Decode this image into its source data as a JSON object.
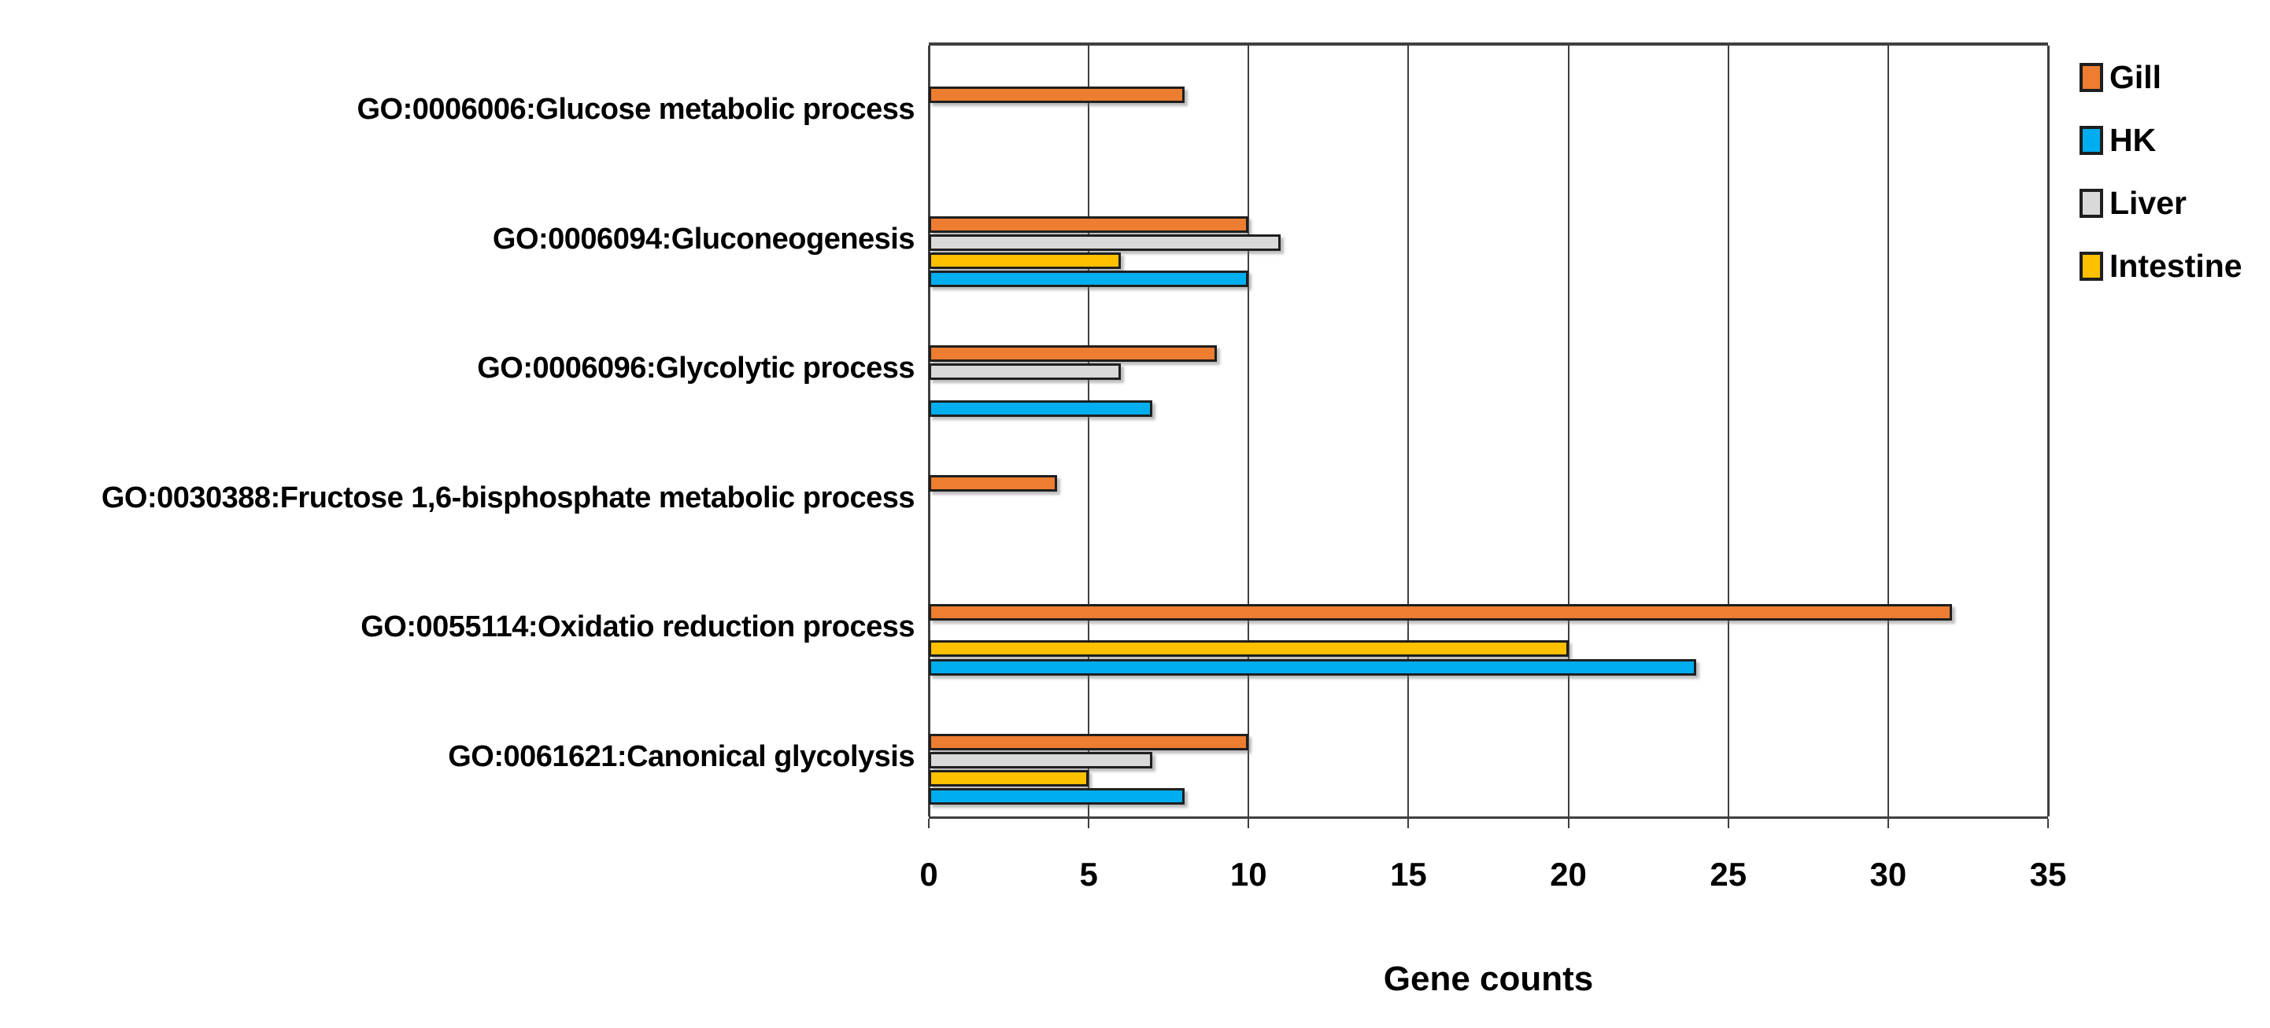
{
  "chart_data": {
    "type": "bar",
    "orientation": "horizontal",
    "title": "",
    "xlabel": "Gene counts",
    "categories": [
      "GO:0006006:Glucose metabolic process",
      "GO:0006094:Gluconeogenesis",
      "GO:0006096:Glycolytic process",
      "GO:0030388:Fructose 1,6-bisphosphate metabolic process",
      "GO:0055114:Oxidatio reduction process",
      "GO:0061621:Canonical glycolysis"
    ],
    "series": [
      {
        "name": "Gill",
        "color": "#ED7D31",
        "values": [
          8,
          10,
          9,
          4,
          32,
          10
        ]
      },
      {
        "name": "HK",
        "color": "#00AEEF",
        "values": [
          0,
          10,
          7,
          0,
          24,
          8
        ]
      },
      {
        "name": "Liver",
        "color": "#D9D9D9",
        "values": [
          0,
          11,
          6,
          0,
          0,
          7
        ]
      },
      {
        "name": "Intestine",
        "color": "#FFC000",
        "values": [
          0,
          6,
          0,
          0,
          20,
          5
        ]
      }
    ],
    "bar_order_top_to_bottom": [
      "Gill",
      "Liver",
      "Intestine",
      "HK"
    ],
    "xlim": [
      0,
      35
    ],
    "xticks": [
      0,
      5,
      10,
      15,
      20,
      25,
      30,
      35
    ],
    "grid": true,
    "gridline_color": "#3F3F3F",
    "bar_border_color": "#1F1F1F",
    "legend_position": "top-right",
    "legend": [
      "Gill",
      "HK",
      "Liver",
      "Intestine"
    ]
  }
}
